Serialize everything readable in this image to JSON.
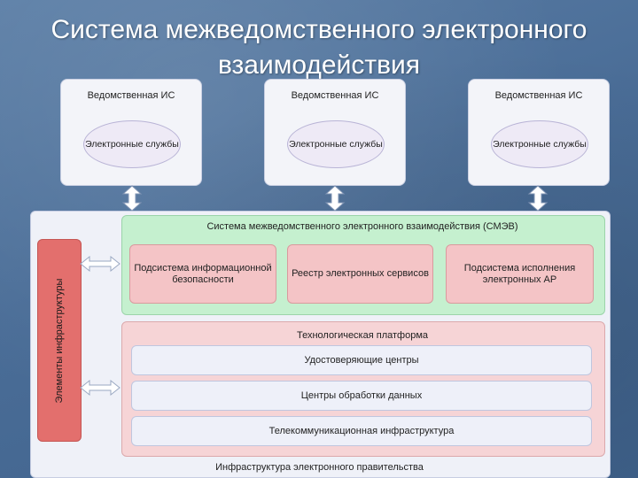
{
  "slide": {
    "title": "Система межведомственного электронного взаимодействия"
  },
  "agency_systems": [
    {
      "title": "Ведомственная ИС",
      "service": "Электронные службы"
    },
    {
      "title": "Ведомственная ИС",
      "service": "Электронные службы"
    },
    {
      "title": "Ведомственная ИС",
      "service": "Электронные службы"
    }
  ],
  "infrastructure": {
    "label": "Инфраструктура электронного правительства",
    "elements_label": "Элементы инфраструктуры"
  },
  "smev": {
    "title": "Система межведомственного электронного взаимодействия (СМЭВ)",
    "components": [
      {
        "label": "Подсистема информационной безопасности"
      },
      {
        "label": "Реестр электронных сервисов"
      },
      {
        "label": "Подсистема исполнения электронных АР"
      }
    ]
  },
  "platform": {
    "title": "Технологическая платформа",
    "items": [
      {
        "label": "Удостоверяющие центры"
      },
      {
        "label": "Центры обработки данных"
      },
      {
        "label": "Телекоммуникационная инфраструктура"
      }
    ]
  }
}
